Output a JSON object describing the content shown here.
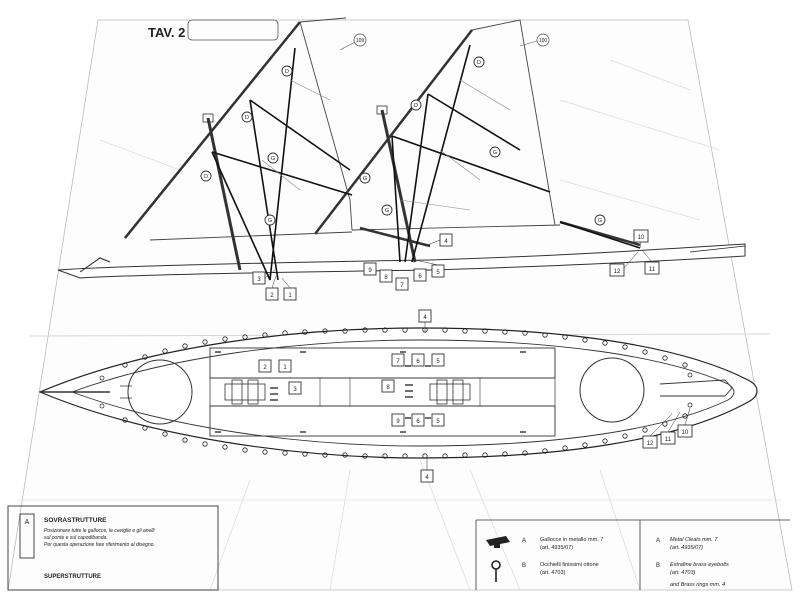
{
  "sheet": {
    "title": "TAV. 2",
    "colors": {
      "paper": "#fdfdfd",
      "line": "#222222",
      "rigging": "#111111",
      "faint": "#c9c9c9"
    }
  },
  "sail_labels": {
    "left": "109",
    "right": "100"
  },
  "rigging_letters": {
    "d1": "D",
    "d2": "D",
    "d3": "D",
    "d4": "D",
    "d5": "D",
    "g1": "G",
    "g2": "G",
    "g3": "G",
    "g4": "G",
    "g5": "G",
    "g6": "G"
  },
  "side_view_callouts": {
    "c1": "1",
    "c2": "2",
    "c3": "3",
    "c4": "4",
    "c5": "5",
    "c6": "6",
    "c7": "7",
    "c8": "8",
    "c9": "9",
    "c10": "10",
    "c11": "11",
    "c12": "12"
  },
  "plan_view_callouts": {
    "p1": "1",
    "p2": "2",
    "p3": "3",
    "p4top": "4",
    "p4bot": "4",
    "p5a": "5",
    "p5b": "5",
    "p6a": "6",
    "p6b": "6",
    "p7": "7",
    "p8": "8",
    "p9": "9",
    "p10": "10",
    "p11": "11",
    "p12": "12"
  },
  "legend": {
    "section_letter": "A",
    "section_title_it": "SOVRASTRUTTURE",
    "section_text_1": "Posizionare tutte le gallocce, le caviglie e gli anelli",
    "section_text_2": "sul ponte e sul capodibanda.",
    "section_text_3": "Per questa operazione fare riferimento al disegno.",
    "section_cut": "SUPERSTRUTTURE",
    "items": [
      {
        "letter": "A",
        "text_it_1": "Gallocce in metallo mm. 7",
        "text_it_2": "(art. 4935/07)",
        "letter_en": "A",
        "text_en_1": "Metal Cleats mm. 7",
        "text_en_2": "(art. 4935/07)"
      },
      {
        "letter": "B",
        "text_it_1": "Occhielli finissimi ottone",
        "text_it_2": "(art. 4703)",
        "letter_en": "B",
        "text_en_1": "Extrafine brass eyebolts",
        "text_en_2": "(art. 4703)"
      }
    ],
    "cut_text": "and Brass rings mm. 4"
  }
}
